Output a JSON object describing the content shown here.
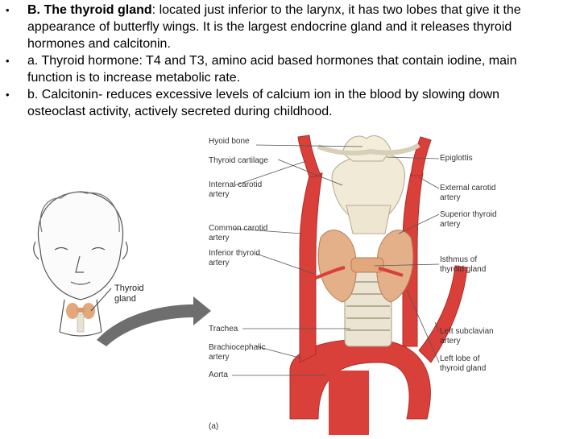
{
  "bullets": [
    {
      "bold": "B. The thyroid gland",
      "rest": ": located just inferior to the larynx, it has two lobes that give it the appearance of butterfly wings. It is the largest endocrine gland and it releases thyroid hormones and calcitonin."
    },
    {
      "bold": "",
      "rest": "a. Thyroid hormone: T4 and T3, amino acid based hormones that contain iodine, main function is to increase metabolic rate."
    },
    {
      "bold": "",
      "rest": "b. Calcitonin- reduces excessive levels of calcium ion in the blood by slowing down osteoclast activity, actively secreted during childhood."
    }
  ],
  "bullet_marker": "•",
  "figure": {
    "left_labels": {
      "hyoid": "Hyoid bone",
      "thyroid_cartilage": "Thyroid cartilage",
      "internal_carotid": "Internal carotid\nartery",
      "common_carotid": "Common carotid\nartery",
      "inferior_thyroid": "Inferior thyroid\nartery",
      "trachea": "Trachea",
      "brachiocephalic": "Brachiocephalic\nartery",
      "aorta": "Aorta"
    },
    "right_labels": {
      "epiglottis": "Epiglottis",
      "external_carotid": "External carotid\nartery",
      "superior_thyroid": "Superior thyroid\nartery",
      "isthmus": "Isthmus of\nthyroid gland",
      "left_subclavian": "Left subclavian\nartery",
      "left_lobe": "Left lobe of\nthyroid gland"
    },
    "head_label": "Thyroid\ngland",
    "panel_label": "(a)"
  },
  "colors": {
    "artery": "#d9403a",
    "artery_dark": "#b22b27",
    "gland": "#e3b08a",
    "cartilage": "#f1ead7",
    "arrow": "#6e6e6e"
  }
}
